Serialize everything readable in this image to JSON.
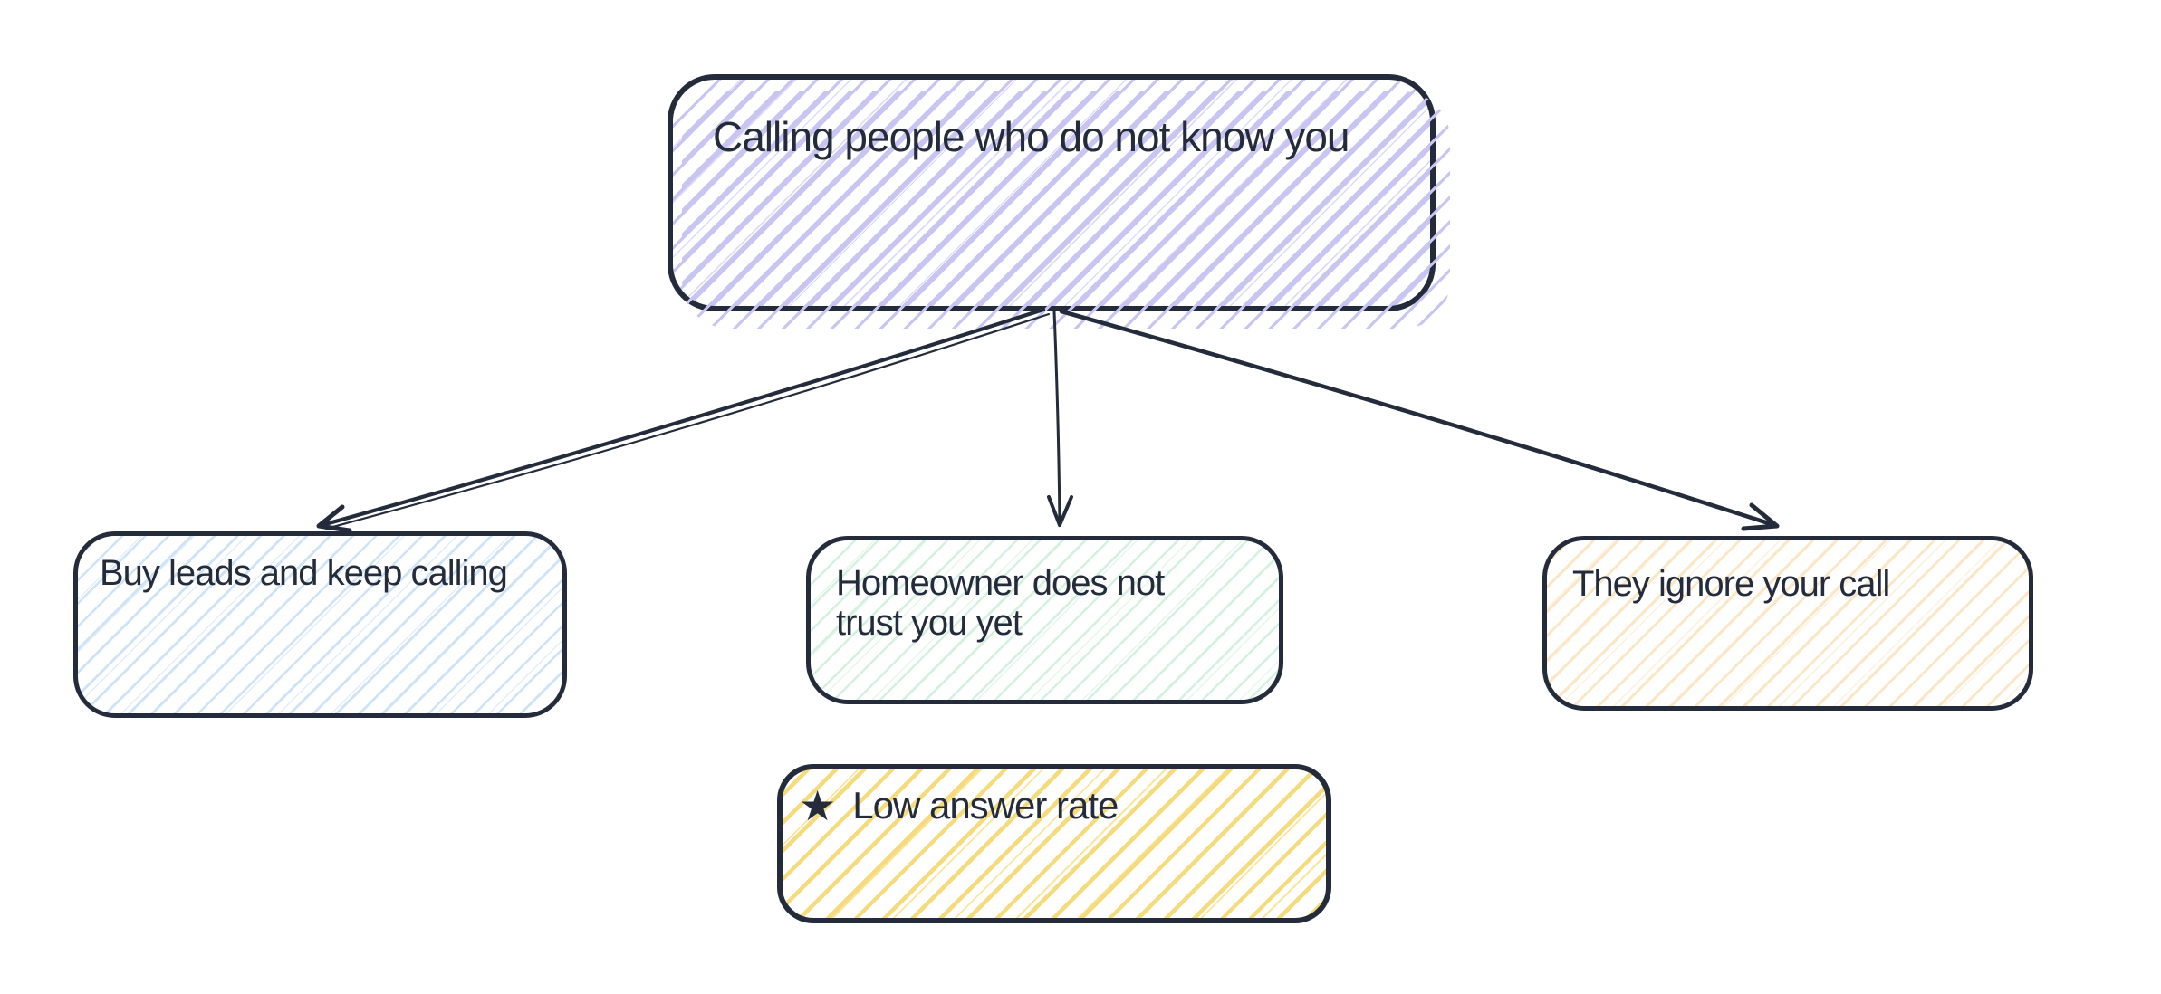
{
  "app": {
    "description": "Hand-drawn cold-calling flowchart on a white whiteboard canvas",
    "background": "#ffffff"
  },
  "palette": {
    "ink": "#242b3a",
    "root_hatch": "#c9c5f2",
    "buy_leads_hatch": "#cfe3f8",
    "homeowner_hatch": "#d3f1de",
    "ignore_hatch": "#fbe6c6",
    "low_answer_hatch": "#f6db7c"
  },
  "nodes": {
    "root": {
      "label": "Calling people who do not know you"
    },
    "buy_leads": {
      "label": "Buy leads and keep calling"
    },
    "homeowner": {
      "label": "Homeowner does not\ntrust you yet"
    },
    "ignore": {
      "label": "They ignore your call"
    },
    "low_answer": {
      "label": "Low answer rate",
      "icon": "star",
      "icon_glyph": "★"
    }
  },
  "edges": [
    {
      "from": "root",
      "to": "buy_leads"
    },
    {
      "from": "root",
      "to": "homeowner"
    },
    {
      "from": "root",
      "to": "ignore"
    }
  ]
}
